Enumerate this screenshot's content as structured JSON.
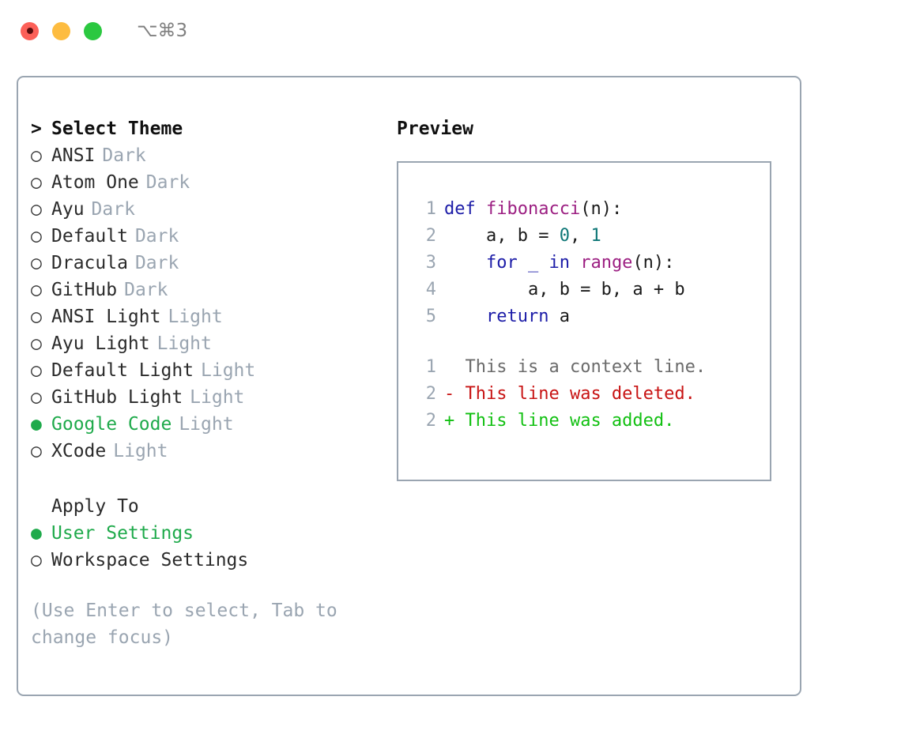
{
  "titlebar": {
    "shortcut": "⌥⌘3",
    "buttons": [
      {
        "name": "close",
        "color": "#fc6058"
      },
      {
        "name": "minimize",
        "color": "#fdbc40"
      },
      {
        "name": "maximize",
        "color": "#2bc840"
      }
    ]
  },
  "colors": {
    "accent_green": "#1faa4b",
    "dim_gray": "#9aa5b1",
    "border": "#9aa5b1",
    "text": "#2b2b2b",
    "keyword_blue": "#1d1da8",
    "function_purple": "#9c1f82",
    "number_teal": "#0e7777",
    "diff_delete_red": "#c81414",
    "diff_add_green": "#12c012",
    "diff_context_gray": "#6b6b6b"
  },
  "theme_list": {
    "header_marker": ">",
    "header": "Select Theme",
    "marker_selected": "●",
    "marker_unselected": "○",
    "items": [
      {
        "name": "ANSI",
        "variant": "Dark",
        "selected": false
      },
      {
        "name": "Atom One",
        "variant": "Dark",
        "selected": false
      },
      {
        "name": "Ayu",
        "variant": "Dark",
        "selected": false
      },
      {
        "name": "Default",
        "variant": "Dark",
        "selected": false
      },
      {
        "name": "Dracula",
        "variant": "Dark",
        "selected": false
      },
      {
        "name": "GitHub",
        "variant": "Dark",
        "selected": false
      },
      {
        "name": "ANSI Light",
        "variant": "Light",
        "selected": false
      },
      {
        "name": "Ayu Light",
        "variant": "Light",
        "selected": false
      },
      {
        "name": "Default Light",
        "variant": "Light",
        "selected": false
      },
      {
        "name": "GitHub Light",
        "variant": "Light",
        "selected": false
      },
      {
        "name": "Google Code",
        "variant": "Light",
        "selected": true
      },
      {
        "name": "XCode",
        "variant": "Light",
        "selected": false
      }
    ]
  },
  "apply_to": {
    "header": "Apply To",
    "items": [
      {
        "name": "User Settings",
        "selected": true
      },
      {
        "name": "Workspace Settings",
        "selected": false
      }
    ]
  },
  "hint": "(Use Enter to select, Tab to\nchange focus)",
  "preview": {
    "title": "Preview",
    "code_lines": [
      {
        "no": "1",
        "tokens": [
          {
            "t": "def ",
            "c": "tok-kw"
          },
          {
            "t": "fibonacci",
            "c": "tok-fn"
          },
          {
            "t": "(n):",
            "c": "tok-pl"
          }
        ]
      },
      {
        "no": "2",
        "tokens": [
          {
            "t": "    a, b = ",
            "c": "tok-pl"
          },
          {
            "t": "0",
            "c": "tok-num"
          },
          {
            "t": ", ",
            "c": "tok-pl"
          },
          {
            "t": "1",
            "c": "tok-num"
          }
        ]
      },
      {
        "no": "3",
        "tokens": [
          {
            "t": "    ",
            "c": "tok-pl"
          },
          {
            "t": "for _ in ",
            "c": "tok-kw"
          },
          {
            "t": "range",
            "c": "tok-fn"
          },
          {
            "t": "(n):",
            "c": "tok-pl"
          }
        ]
      },
      {
        "no": "4",
        "tokens": [
          {
            "t": "        a, b = b, a + b",
            "c": "tok-pl"
          }
        ]
      },
      {
        "no": "5",
        "tokens": [
          {
            "t": "    ",
            "c": "tok-pl"
          },
          {
            "t": "return",
            "c": "tok-kw"
          },
          {
            "t": " a",
            "c": "tok-pl"
          }
        ]
      }
    ],
    "diff_lines": [
      {
        "no": "1",
        "sign": "  ",
        "text": "This is a context line.",
        "c": "tok-ctx"
      },
      {
        "no": "2",
        "sign": "- ",
        "text": "This line was deleted.",
        "c": "tok-del"
      },
      {
        "no": "2",
        "sign": "+ ",
        "text": "This line was added.",
        "c": "tok-add"
      }
    ]
  }
}
